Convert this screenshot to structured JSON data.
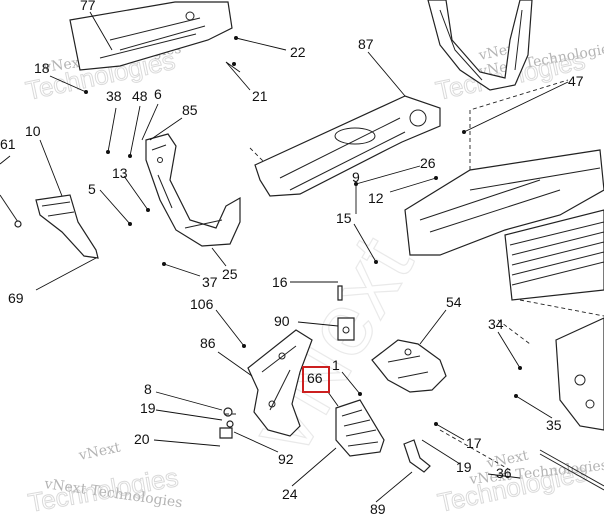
{
  "callouts": {
    "c77": "77",
    "c22": "22",
    "c87": "87",
    "c47": "47",
    "c18": "18",
    "c38": "38",
    "c48": "48",
    "c6": "6",
    "c21": "21",
    "c85": "85",
    "c61": "61",
    "c10": "10",
    "c13": "13",
    "c26": "26",
    "c9": "9",
    "c12": "12",
    "c5": "5",
    "c15": "15",
    "c69": "69",
    "c37": "37",
    "c25": "25",
    "c16": "16",
    "c106": "106",
    "c90": "90",
    "c54": "54",
    "c34": "34",
    "c86": "86",
    "c1": "1",
    "c66": "66",
    "c8": "8",
    "c19a": "19",
    "c35": "35",
    "c20": "20",
    "c17": "17",
    "c92": "92",
    "c19b": "19",
    "c36": "36",
    "c24": "24",
    "c89": "89"
  },
  "highlighted_callout": "66",
  "watermark": {
    "line1": "vNext",
    "line2": "vNext Technologies",
    "outline": "Technologies",
    "big": "vNext"
  },
  "colors": {
    "highlight": "#cc1f1f",
    "line": "#222222",
    "watermark": "#bdbdbd"
  }
}
